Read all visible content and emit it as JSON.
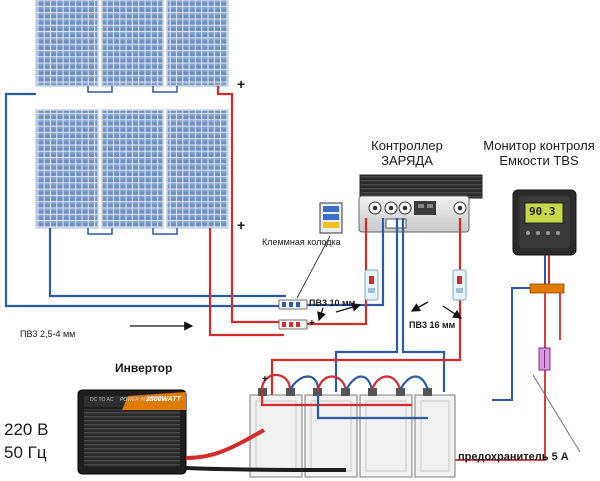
{
  "labels": {
    "controller_line1": "Контроллер",
    "controller_line2": "ЗАРЯДА",
    "monitor_line1": "Монитор контроля",
    "monitor_line2": "Емкости TBS",
    "terminal_block": "Клеммная колодка",
    "wire_10": "ПВ3 10 мм",
    "wire_16": "ПВ3 16 мм",
    "wire_small": "ПВ3 2,5-4 мм",
    "inverter": "Инвертор",
    "voltage": "220 В",
    "frequency": "50 Гц",
    "fuse": "предохранитель 5 А",
    "plus_sign": "+",
    "minus_sign": "-",
    "monitor_display": "90.3",
    "inverter_brand": "POWER INVERTER",
    "inverter_rating": "1500WATT",
    "inverter_model": "DC TO AC"
  },
  "colors": {
    "positive_wire": "#d42a2a",
    "negative_wire": "#2a5aa8",
    "panel_cell": "#6f8fc0",
    "panel_grid": "#e6edf7",
    "inverter_body": "#1e1e1e",
    "inverter_accent": "#e07a00",
    "monitor_screen": "#c7d84a"
  },
  "icons": [
    "solar-panel-icon",
    "charge-controller-icon",
    "battery-icon",
    "inverter-icon",
    "fuse-icon",
    "breaker-icon",
    "monitor-icon",
    "terminal-block-icon",
    "arrow-icon"
  ]
}
